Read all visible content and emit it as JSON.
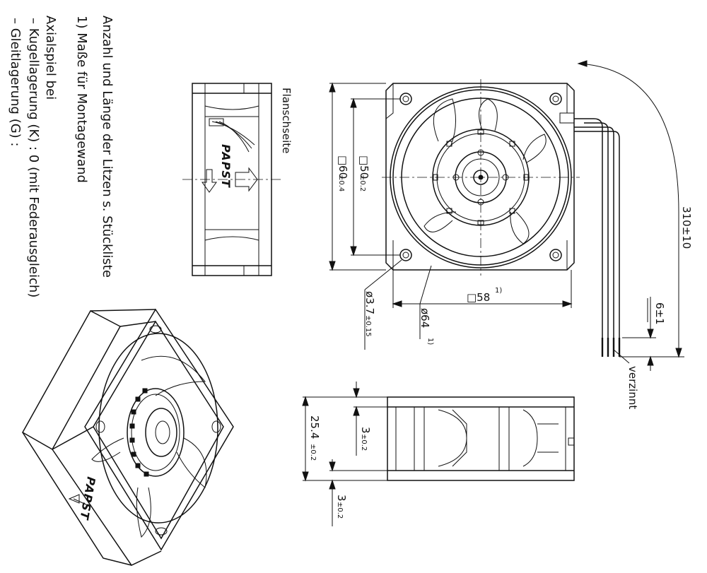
{
  "notes": {
    "strand_note": "Anzahl und Länge der Litzen s. Stückliste",
    "footnote": "1) Maße für Montagewand",
    "axial_play_title": "Axialspiel bei",
    "ball_bearing": "– Kugellagerung (K) : 0 (mit Federausgleich)",
    "sleeve_bearing": "– Gleitlagerung  (G) :"
  },
  "side_view": {
    "flange_label": "Flanschseite",
    "logo_text": "PAPST"
  },
  "front_view": {
    "dim_square_60": "□60",
    "tol_60": "±0.4",
    "dim_square_50": "□50",
    "tol_50": "±0.2",
    "dim_square_58": "□58",
    "sup_58": "1)",
    "dim_hole": "ø3.7",
    "tol_hole": "±0.15",
    "dim_diameter_64": "ø64",
    "sup_64": "1)"
  },
  "leads": {
    "length": "310±10",
    "strip_length": "6±1",
    "finish": "verzinnt"
  },
  "bottom_view": {
    "height": "25.4",
    "tol_height": "±0.2",
    "flange_top": "3",
    "tol_flange_top": "±0.2",
    "flange_bottom": "3",
    "tol_flange_bottom": "±0.2"
  },
  "iso_view": {
    "logo_text": "PAPST"
  }
}
